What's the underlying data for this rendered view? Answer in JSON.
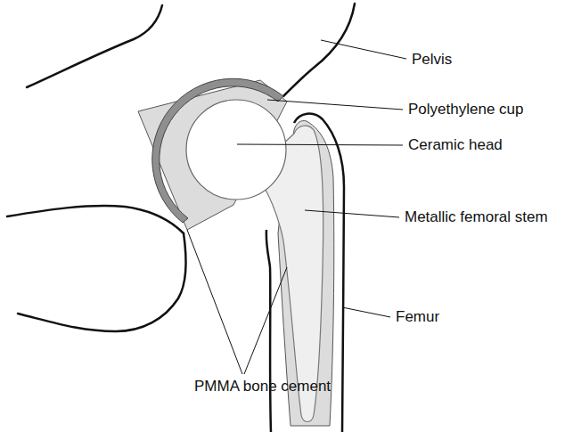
{
  "diagram": {
    "labels": [
      "Pelvis",
      "Polyethylene cup",
      "Ceramic head",
      "Metallic femoral stem",
      "Femur",
      "PMMA bone cement"
    ]
  }
}
